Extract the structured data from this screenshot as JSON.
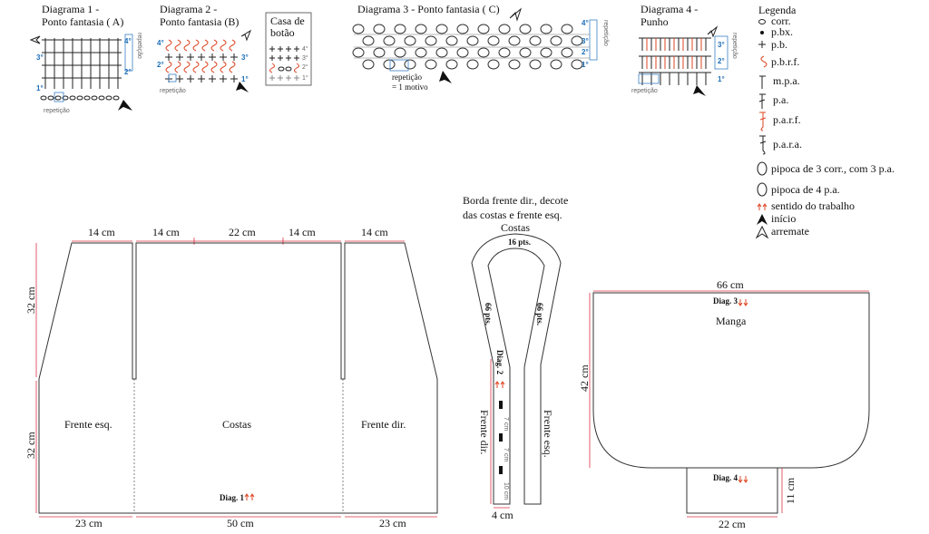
{
  "diagrams": {
    "d1": {
      "title_line1": "Diagrama 1 -",
      "title_line2": "Ponto fantasia ( A)",
      "repeat_side": "repetição",
      "repeat_bottom": "repetição",
      "rows": [
        "1°",
        "2°",
        "3°",
        "4°"
      ]
    },
    "d2": {
      "title_line1": "Diagrama 2 -",
      "title_line2": "Ponto fantasia (B)",
      "repeat_bottom": "repetição",
      "rows": [
        "1°",
        "2°",
        "3°",
        "4°"
      ]
    },
    "casa": {
      "title_line1": "Casa de",
      "title_line2": "botão",
      "rows": [
        "1°",
        "2°",
        "3°",
        "4°"
      ]
    },
    "d3": {
      "title": "Diagrama 3 - Ponto fantasia ( C)",
      "repeat_side": "repetição",
      "repeat_bottom": "repetição",
      "motif_note": "= 1 motivo",
      "rows": [
        "1°",
        "2°",
        "3°",
        "4°"
      ]
    },
    "d4": {
      "title_line1": "Diagrama 4 -",
      "title_line2": "Punho",
      "repeat_side": "repetição",
      "repeat_bottom": "repetição",
      "rows": [
        "1°",
        "2°",
        "3°"
      ]
    }
  },
  "legend": {
    "title": "Legenda",
    "items": [
      {
        "icon": "chain-icon",
        "label": "corr."
      },
      {
        "icon": "slip-stitch-icon",
        "label": "p.bx."
      },
      {
        "icon": "single-crochet-icon",
        "label": "p.b."
      },
      {
        "icon": "front-post-sc-icon",
        "label": "p.b.r.f."
      },
      {
        "icon": "half-double-icon",
        "label": "m.p.a."
      },
      {
        "icon": "double-crochet-icon",
        "label": "p.a."
      },
      {
        "icon": "front-post-dc-icon",
        "label": "p.a.r.f."
      },
      {
        "icon": "back-post-dc-icon",
        "label": "p.a.r.a."
      },
      {
        "icon": "popcorn-3-icon",
        "label": "pipoca  de 3 corr., com 3 p.a."
      },
      {
        "icon": "popcorn-4-icon",
        "label": "pipoca de 4 p.a."
      },
      {
        "icon": "direction-arrows-icon",
        "label": "sentido do trabalho"
      },
      {
        "icon": "start-arrow-icon",
        "label": "início"
      },
      {
        "icon": "finish-arrow-icon",
        "label": "arremate"
      }
    ]
  },
  "body_pattern": {
    "top_dims": [
      "14 cm",
      "14 cm",
      "22 cm",
      "14 cm",
      "14 cm"
    ],
    "side_dims": [
      "32 cm",
      "32 cm"
    ],
    "bottom_dims": [
      "23 cm",
      "50 cm",
      "23 cm"
    ],
    "pieces": [
      "Frente esq.",
      "Costas",
      "Frente dir."
    ],
    "diag_label": "Diag. 1"
  },
  "border_pattern": {
    "title_line1": "Borda frente dir., decote",
    "title_line2": "das costas e frente esq.",
    "costas_label": "Costas",
    "top_pts": "16 pts.",
    "left_pts": "66 pts.",
    "right_pts": "66 pts.",
    "diag_label": "Diag. 2",
    "frente_dir": "Frente dir.",
    "frente_esq": "Frente esq.",
    "gaps": [
      "7 cm",
      "7 cm",
      "10 cm"
    ],
    "width": "4 cm"
  },
  "sleeve_pattern": {
    "top_dim": "66 cm",
    "diag3_label": "Diag. 3",
    "label": "Manga",
    "height": "42 cm",
    "diag4_label": "Diag. 4",
    "cuff_height": "11 cm",
    "cuff_width": "22 cm"
  }
}
